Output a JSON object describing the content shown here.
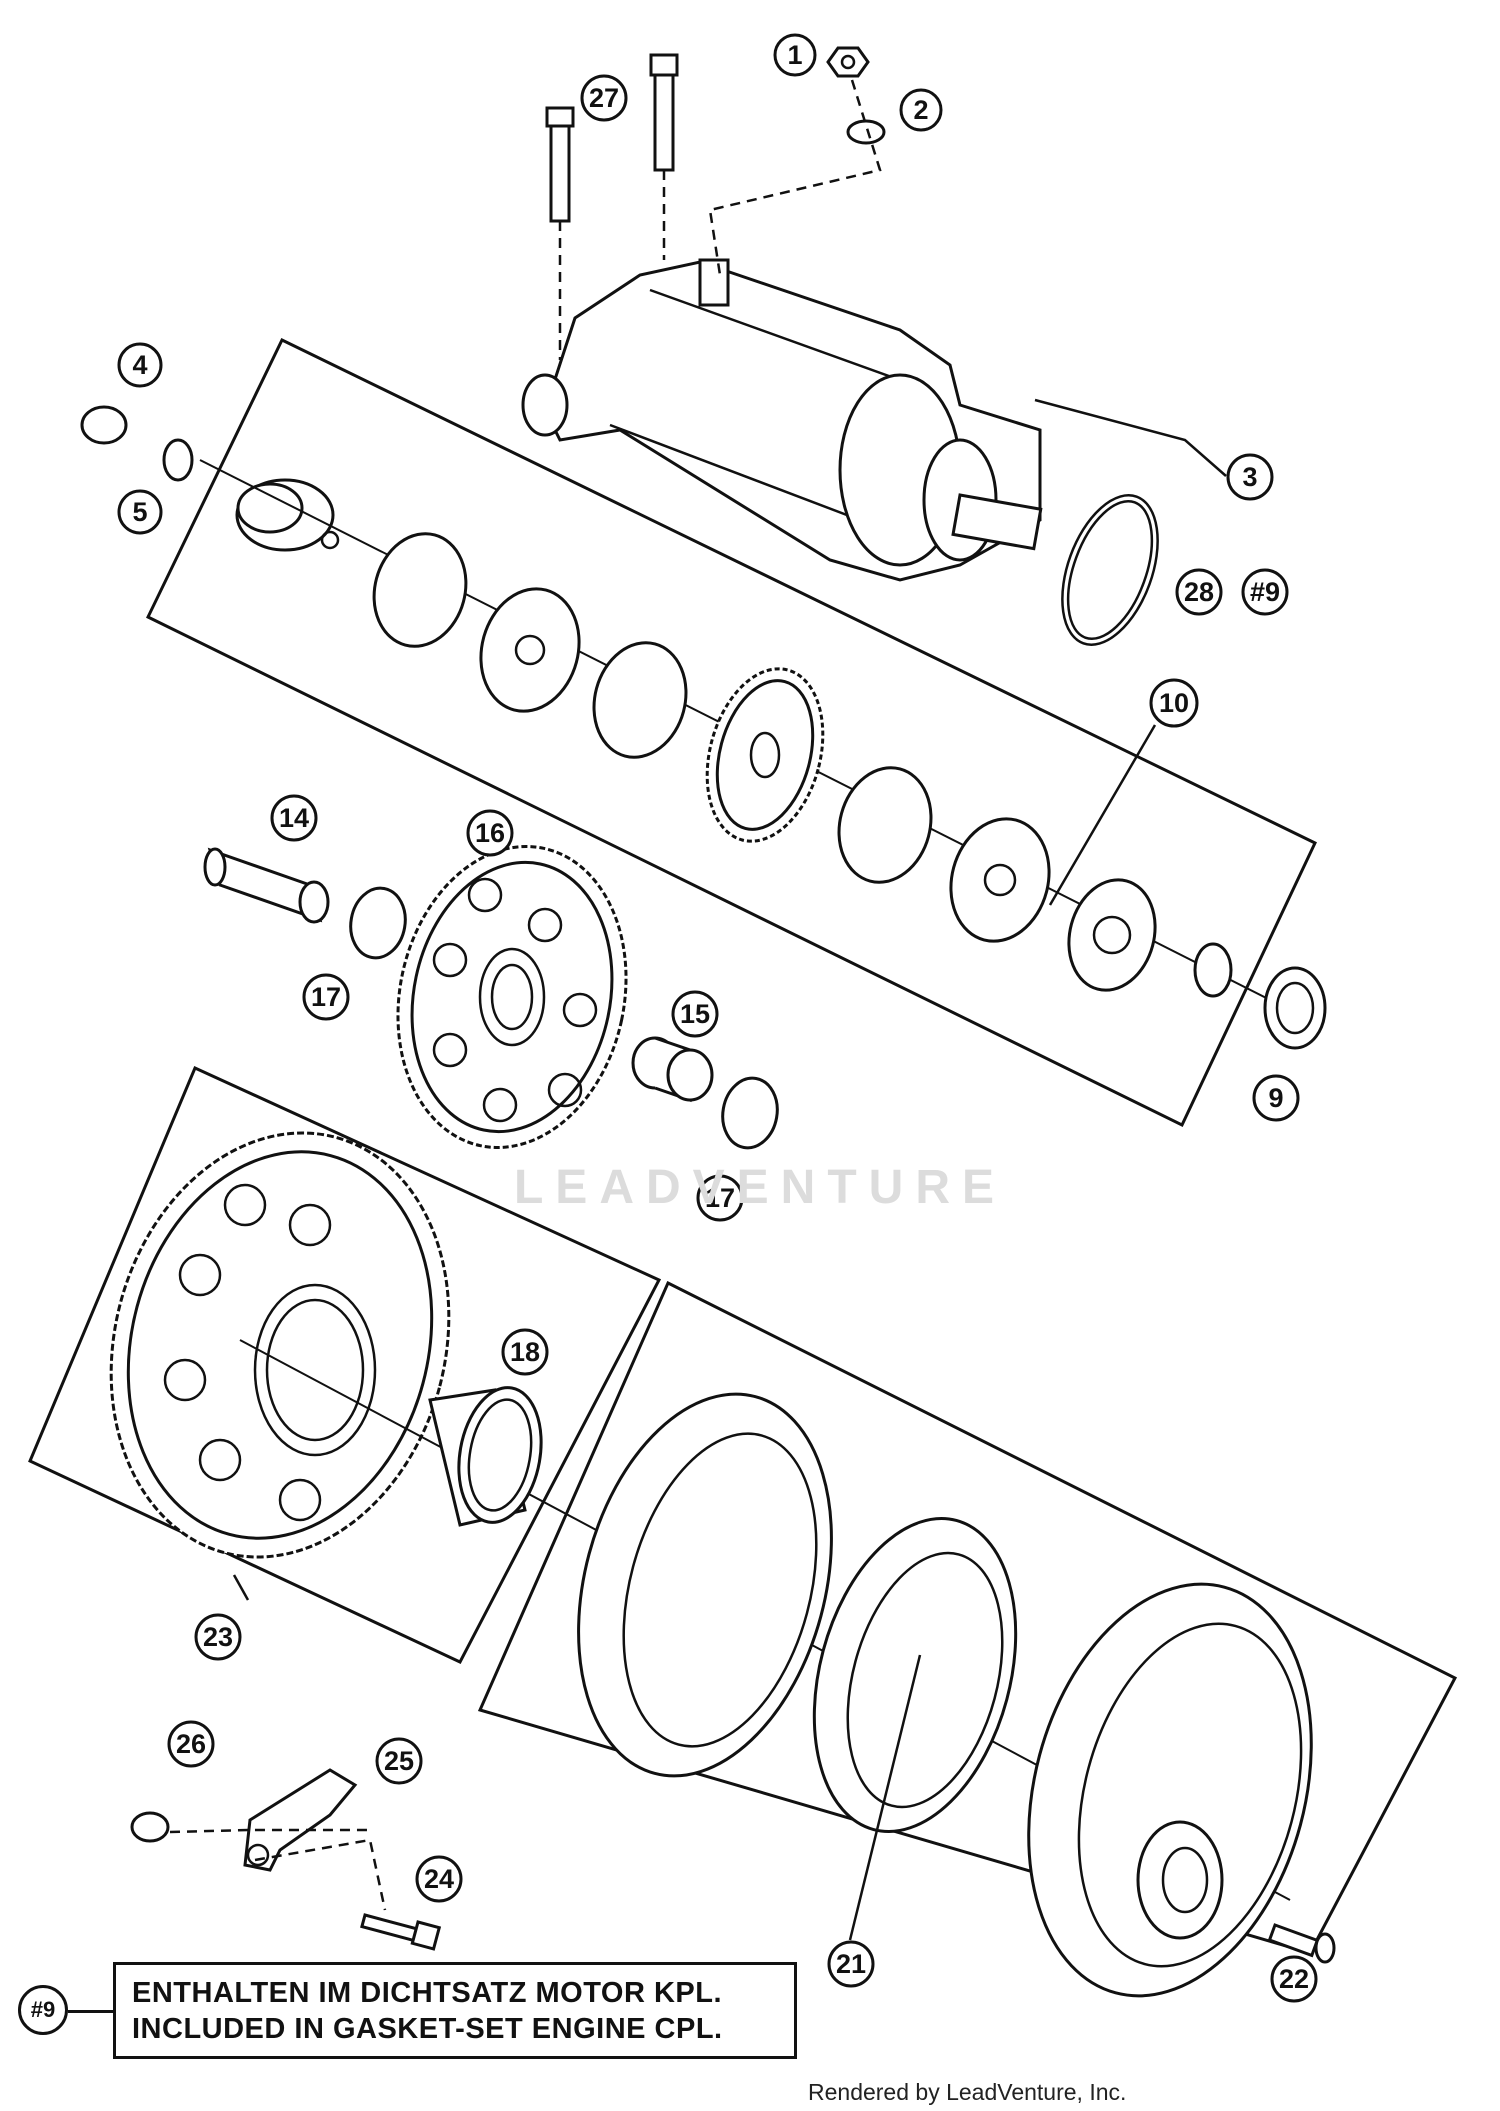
{
  "callouts": {
    "c1": "1",
    "c2": "2",
    "c3": "3",
    "c4": "4",
    "c5": "5",
    "c9": "9",
    "c10": "10",
    "c14": "14",
    "c15": "15",
    "c16": "16",
    "c17a": "17",
    "c17b": "17",
    "c18": "18",
    "c21": "21",
    "c22": "22",
    "c23": "23",
    "c24": "24",
    "c25": "25",
    "c26": "26",
    "c27": "27",
    "c28": "28",
    "c9ref": "#9"
  },
  "note": {
    "ref": "#9",
    "line1": "ENTHALTEN IM DICHTSATZ MOTOR KPL.",
    "line2": "INCLUDED IN GASKET-SET ENGINE CPL."
  },
  "watermark": "LEADVENTURE",
  "footer": "Rendered by LeadVenture, Inc.",
  "colors": {
    "ink": "#111111",
    "paper": "#ffffff",
    "watermark": "#dcdcdc"
  }
}
